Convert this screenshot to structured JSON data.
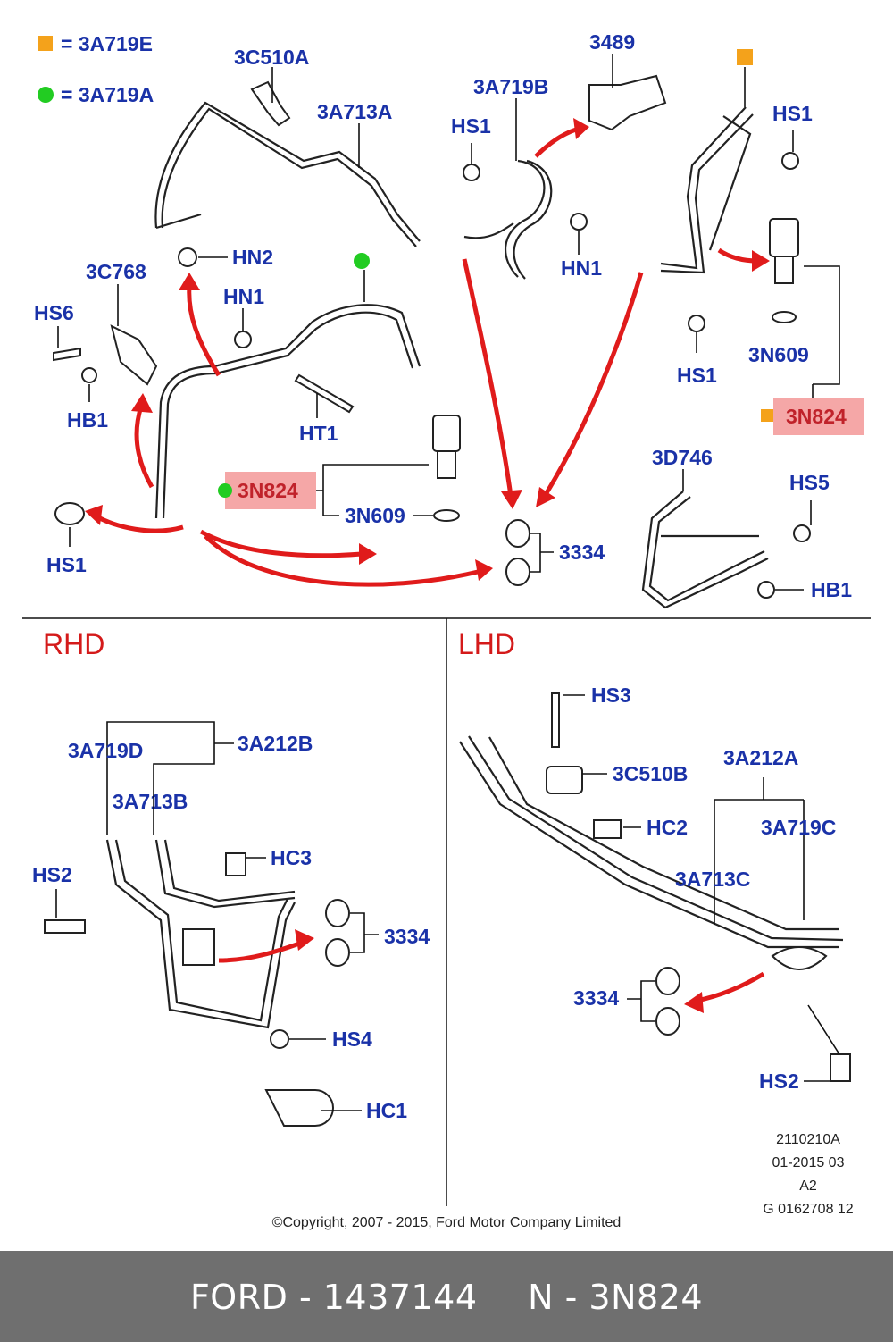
{
  "legend": [
    {
      "symbol": "orange-square",
      "text": "= 3A719E",
      "color": "#f4a21b"
    },
    {
      "symbol": "green-dot",
      "text": "= 3A719A",
      "color": "#22cc22"
    }
  ],
  "labels": {
    "c3C510A": "3C510A",
    "c3A713A": "3A713A",
    "c3489": "3489",
    "c3A719B": "3A719B",
    "hs1_top": "HS1",
    "hs1_right": "HS1",
    "hn2": "HN2",
    "hn1_mid": "HN1",
    "hn1_top": "HN1",
    "c3C768": "3C768",
    "hs6": "HS6",
    "hb1_left": "HB1",
    "ht1": "HT1",
    "n3N824_mid": "3N824",
    "n3N609_mid": "3N609",
    "hs1_left": "HS1",
    "hs1_right2": "HS1",
    "n3N609_right": "3N609",
    "n3N824_right": "3N824",
    "c3334_top": "3334",
    "c3D746": "3D746",
    "hs5": "HS5",
    "hb1_right": "HB1",
    "c3A719D": "3A719D",
    "c3A212B": "3A212B",
    "c3A713B": "3A713B",
    "hc3": "HC3",
    "hs2_left": "HS2",
    "c3334_rhd": "3334",
    "hs4": "HS4",
    "hc1": "HC1",
    "hs3": "HS3",
    "c3C510B": "3C510B",
    "c3A212A": "3A212A",
    "hc2": "HC2",
    "c3A719C": "3A719C",
    "c3A713C": "3A713C",
    "c3334_lhd": "3334",
    "hs2_right": "HS2"
  },
  "sections": {
    "rhd": "RHD",
    "lhd": "LHD"
  },
  "info": {
    "line1": "2110210A",
    "line2": "01-2015 03",
    "line3": "A2",
    "line4": "G 0162708 12"
  },
  "copyright": "©Copyright, 2007 - 2015, Ford Motor Company Limited",
  "footer": {
    "brand_part": "FORD - 1437144",
    "part_name": "N - 3N824"
  },
  "colors": {
    "label_blue": "#1a32a8",
    "arrow_red": "#e01b1b",
    "highlight": "#f5a7a7",
    "footer_bg": "#6f6f6f"
  }
}
